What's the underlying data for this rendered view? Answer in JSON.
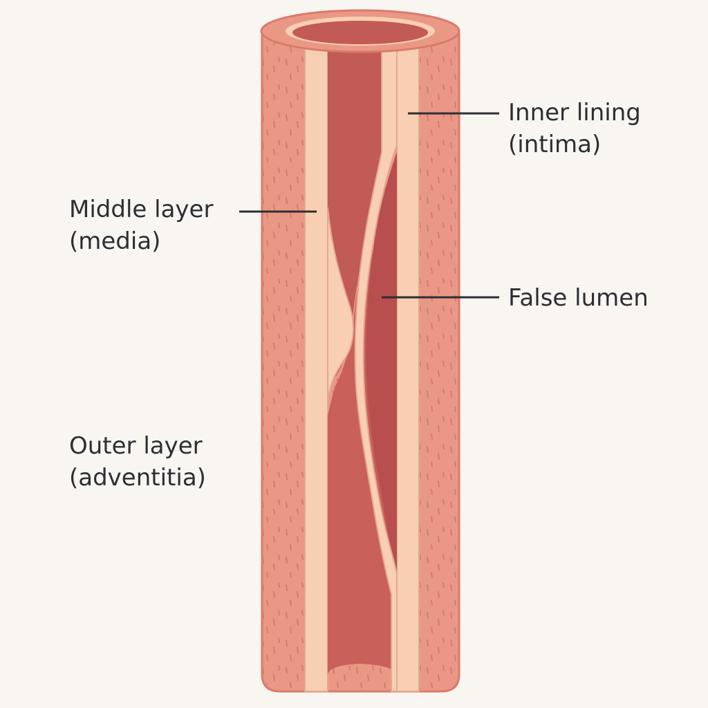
{
  "labels": {
    "inner": {
      "line1": "Inner lining",
      "line2": "(intima)"
    },
    "middle": {
      "line1": "Middle layer",
      "line2": "(media)"
    },
    "false_lumen": {
      "line1": "False lumen"
    },
    "outer": {
      "line1": "Outer layer",
      "line2": "(adventitia)"
    }
  },
  "colors": {
    "background": "#f9f5f1",
    "adventitia": "#ea9886",
    "adventitia_outline": "#d97b6a",
    "media": "#f8cfb2",
    "lumen": "#c9605a",
    "false_lumen": "#b94e4e",
    "leader_line": "#2b2f33"
  }
}
